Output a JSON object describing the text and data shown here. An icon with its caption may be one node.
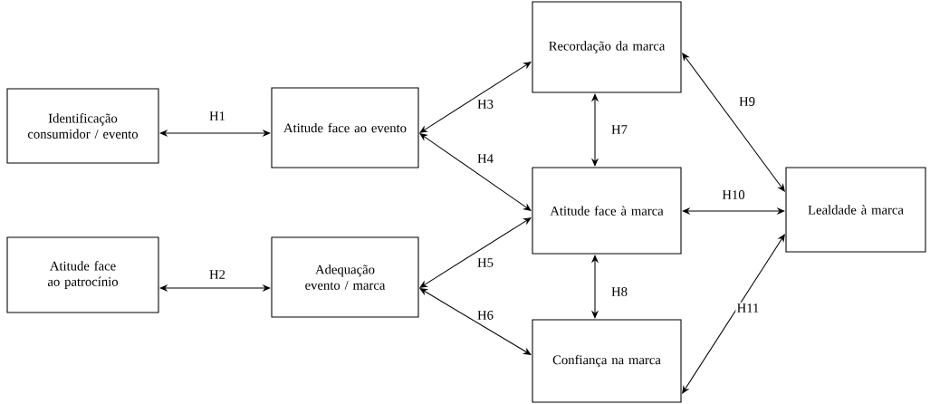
{
  "diagram": {
    "nodes": [
      {
        "text": [
          "Identificação consumidor / evento"
        ]
      },
      {
        "text": [
          "Atitude face ao evento"
        ]
      },
      {
        "text": [
          "Atitude face ao patrocínio"
        ]
      },
      {
        "text": [
          "Adequação evento / marca"
        ]
      },
      {
        "text": [
          "Recordação da marca"
        ]
      },
      {
        "text": [
          "Atitude face à marca"
        ]
      },
      {
        "text": [
          "Confiança na marca"
        ]
      },
      {
        "text": [
          "Lealdade à marca"
        ]
      }
    ],
    "edges": [
      {
        "from": 0,
        "to": 1,
        "arrow": "both",
        "label": "H1"
      },
      {
        "from": 2,
        "to": 3,
        "arrow": "both",
        "label": "H2"
      },
      {
        "from": 1,
        "to": 4,
        "arrow": "both",
        "label": "H3"
      },
      {
        "from": 1,
        "to": 5,
        "arrow": "both",
        "label": "H4"
      },
      {
        "from": 3,
        "to": 5,
        "arrow": "both",
        "label": "H5"
      },
      {
        "from": 3,
        "to": 6,
        "arrow": "both",
        "label": "H6"
      },
      {
        "from": 4,
        "to": 5,
        "arrow": "both",
        "label": "H7"
      },
      {
        "from": 5,
        "to": 6,
        "arrow": "both",
        "label": "H8"
      },
      {
        "from": 4,
        "to": 7,
        "arrow": "both",
        "label": "H9"
      },
      {
        "from": 5,
        "to": 7,
        "arrow": "both",
        "label": "H10"
      },
      {
        "from": 6,
        "to": 7,
        "arrow": "both",
        "label": "H11"
      }
    ]
  }
}
